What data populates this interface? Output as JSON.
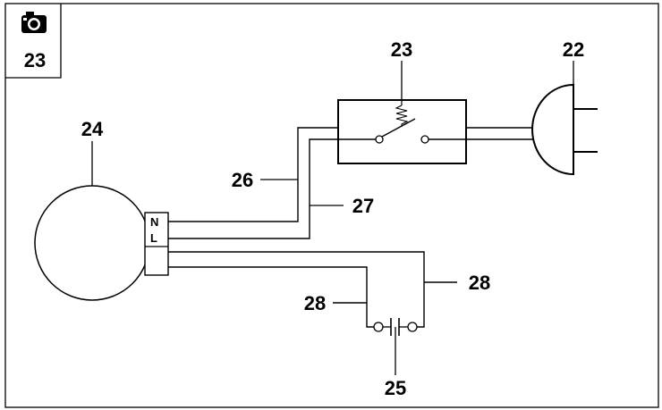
{
  "figure": {
    "number": "23",
    "icon": "camera-icon"
  },
  "components": {
    "plug": "22",
    "switch": "23",
    "motor": "24",
    "capacitor": "25",
    "wire_n": "26",
    "wire_l": "27",
    "cap_wire_left": "28",
    "cap_wire_right": "28"
  },
  "terminals": {
    "neutral": "N",
    "live": "L"
  }
}
